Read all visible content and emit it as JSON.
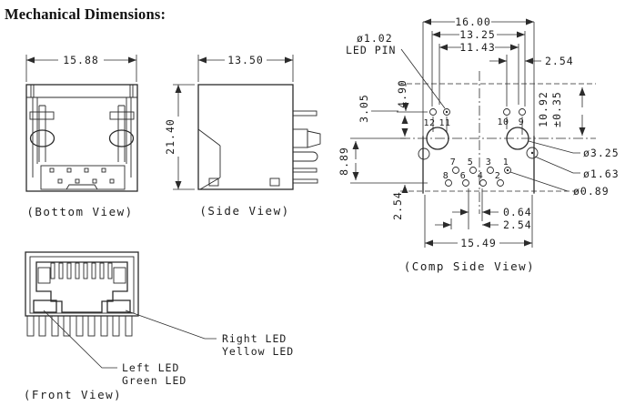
{
  "title": "Mechanical Dimensions:",
  "bottom_view": {
    "label": "(Bottom View)",
    "dim_width": "15.88"
  },
  "side_view": {
    "label": "(Side View)",
    "dim_width": "13.50",
    "dim_height": "21.40"
  },
  "comp_view": {
    "label": "(Comp Side View)",
    "dim_w1": "16.00",
    "dim_w2": "13.25",
    "dim_w3": "11.43",
    "dim_led_pitch": "2.54",
    "dim_led_drop": "4.90",
    "dim_led_to_center": "3.05",
    "dim_center_to_row": "8.89",
    "dim_row_drop": "2.54",
    "dim_height": "10.92",
    "dim_height_tol": "±0.35",
    "dim_pin_offset": "0.64",
    "dim_pin_pitch": "2.54",
    "dim_w_bottom": "15.49",
    "callout_led_pin_dia": "ø1.02",
    "callout_led_pin": "LED PIN",
    "callout_post_dia": "ø3.25",
    "callout_hole_dia": "ø1.63",
    "callout_pin_dia": "ø0.89",
    "pins": {
      "p12": "12",
      "p11": "11",
      "p10": "10",
      "p9": "9",
      "p7": "7",
      "p5": "5",
      "p3": "3",
      "p1": "1",
      "p8": "8",
      "p6": "6",
      "p4": "4",
      "p2": "2"
    }
  },
  "front_view": {
    "label": "(Front View)",
    "right_led_line1": "Right LED",
    "right_led_line2": "Yellow LED",
    "left_led_line1": "Left LED",
    "left_led_line2": "Green LED"
  },
  "colors": {
    "line": "#2b2b2b",
    "text": "#1e1e1e",
    "background": "#ffffff"
  }
}
